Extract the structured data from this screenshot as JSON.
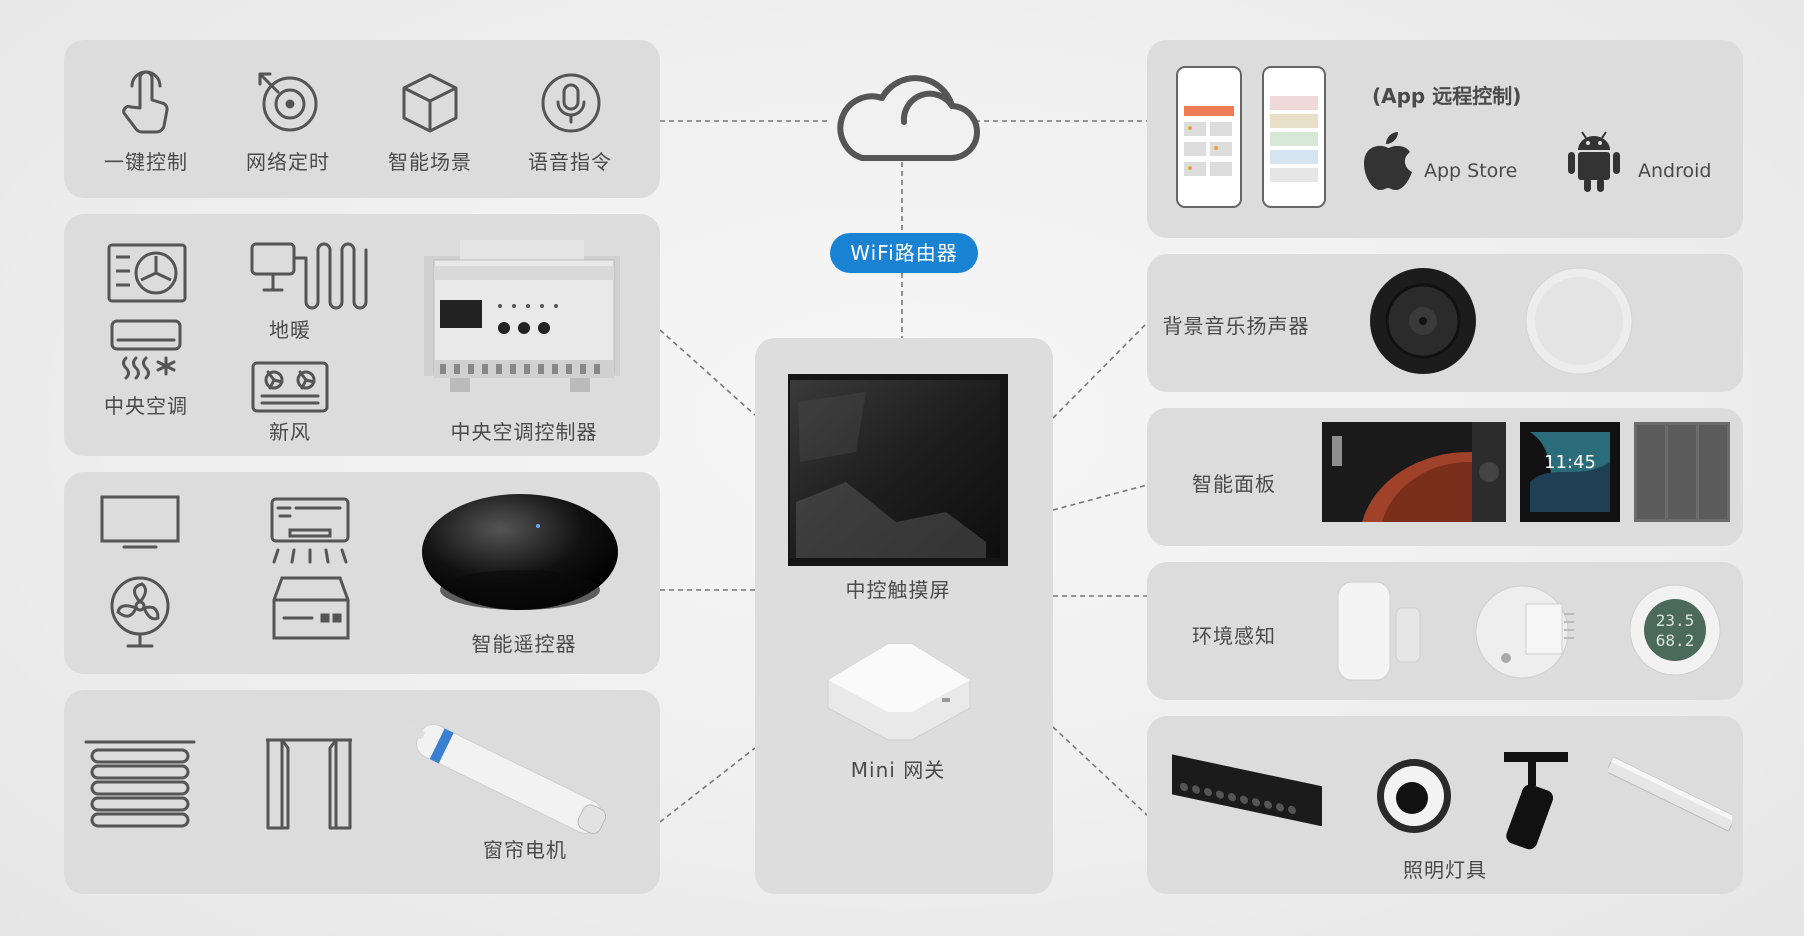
{
  "router_label": "WiFi路由器",
  "hub": {
    "screen_label": "中控触摸屏",
    "gateway_label": "Mini 网关"
  },
  "control_modes": [
    "一键控制",
    "网络定时",
    "智能场景",
    "语音指令"
  ],
  "hvac": {
    "ac_label": "中央空调",
    "floor_heating_label": "地暖",
    "fresh_air_label": "新风",
    "controller_label": "中央空调控制器"
  },
  "remote": {
    "label": "智能遥控器"
  },
  "curtain": {
    "label": "窗帘电机"
  },
  "app": {
    "title": "(App 远程控制)",
    "stores": [
      "App Store",
      "Android"
    ]
  },
  "music": {
    "label": "背景音乐扬声器"
  },
  "panel": {
    "label": "智能面板",
    "clock": "11:45"
  },
  "env": {
    "label": "环境感知",
    "readout_top": "23.5",
    "readout_bottom": "68.2"
  },
  "lighting": {
    "label": "照明灯具"
  }
}
